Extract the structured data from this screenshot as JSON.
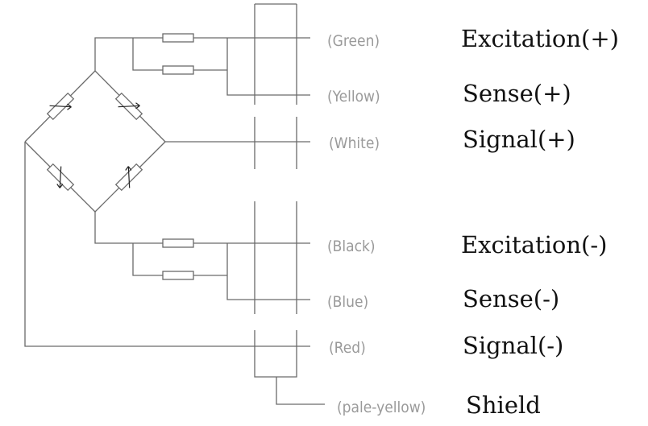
{
  "wires": [
    {
      "color": "(Green)",
      "function": "Excitation(+)"
    },
    {
      "color": "(Yellow)",
      "function": "Sense(+)"
    },
    {
      "color": "(White)",
      "function": "Signal(+)"
    },
    {
      "color": "(Black)",
      "function": "Excitation(-)"
    },
    {
      "color": "(Blue)",
      "function": "Sense(-)"
    },
    {
      "color": "(Red)",
      "function": "Signal(-)"
    },
    {
      "color": "(pale-yellow)",
      "function": "Shield"
    }
  ],
  "colors": {
    "line": "#6a6a6a",
    "color_label": "#9a9a9a",
    "function_label": "#111111"
  }
}
